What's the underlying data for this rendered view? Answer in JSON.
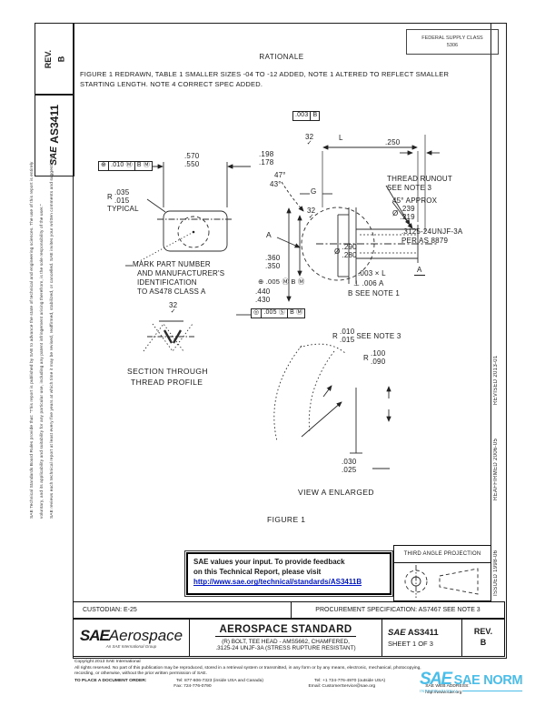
{
  "left_margin": {
    "line1": "SAE Technical Standards Board Rules provide that: “This report is published by SAE to advance the state of technical and engineering sciences. The use of this report is entirely",
    "line2": "voluntary, and its applicability and suitability for any particular use, including any patent infringement arising therefrom, is the sole responsibility of the user.”",
    "line3": "SAE reviews each technical report at least every five years at which time it may be revised, reaffirmed, stabilized, or cancelled. SAE invites your written comments and suggestions."
  },
  "rev_box": {
    "label": "REV.",
    "value": "B"
  },
  "doc_box": {
    "logo": "SAE",
    "number": "AS3411"
  },
  "stamp": {
    "line1": "FEDERAL SUPPLY CLASS",
    "line2": "5306"
  },
  "right_margin": {
    "revised": "REVISED 2013-01",
    "reaffirmed": "REAFFIRMED 2006-05",
    "issued": "ISSUED 1998-06"
  },
  "rationale": {
    "heading": "RATIONALE",
    "line1": "FIGURE 1 REDRAWN, TABLE 1 SMALLER SIZES -04 TO -12 ADDED, NOTE 1 ALTERED TO REFLECT SMALLER",
    "line2": "STARTING LENGTH. NOTE 4 CORRECT SPEC ADDED."
  },
  "figure": {
    "fcf_top": {
      "tol": ".003",
      "datum": "B"
    },
    "surf": "32",
    "check": "✓",
    "dim_L": "L",
    "dim_250": ".250",
    "d198": {
      "top": ".198",
      "bot": ".178"
    },
    "ang47": "47°",
    "ang43": "43°",
    "dim_G": "G",
    "runout1": "THREAD RUNOUT",
    "runout2": "SEE NOTE 3",
    "approx45": "45° APPROX",
    "dia": "Ø",
    "d239": {
      "top": ".239",
      "bot": ".219"
    },
    "thread1": ".3125-24UNJF-3A",
    "thread2": "PER AS 8879",
    "d290": {
      "top": ".290",
      "bot": ".280"
    },
    "runout_fcf": ".003 × L",
    "perp_fcf": "⊥ .006 A",
    "datumA": "A",
    "datumB": "B  SEE NOTE 1",
    "viewA": "A",
    "d360": {
      "top": ".360",
      "bot": ".350"
    },
    "pos_fcf1": "⊕ .005 Ⓜ B Ⓜ",
    "d440": {
      "top": ".440",
      "bot": ".430"
    },
    "pos_fcf2": {
      "sym": "◎",
      "tol": ".005 Ⓢ",
      "datum": "B Ⓜ"
    },
    "mark1": "MARK PART NUMBER",
    "mark2": "AND MANUFACTURER'S",
    "mark3": "IDENTIFICATION",
    "mark4": "TO AS478 CLASS A",
    "r035": {
      "r": "R",
      "top": ".035",
      "bot": ".015",
      "note": "TYPICAL"
    },
    "d570": {
      "top": ".570",
      "bot": ".550"
    },
    "head_fcf": {
      "sym": "⊕",
      "tol": ".010 Ⓜ",
      "datum": "B Ⓜ"
    },
    "section1": "SECTION THROUGH",
    "section2": "THREAD PROFILE",
    "r010": {
      "r": "R",
      "top": ".010",
      "bot": ".015",
      "note": "SEE NOTE 3"
    },
    "r100": {
      "r": "R",
      "top": ".100",
      "bot": ".090"
    },
    "d030": {
      "top": ".030",
      "bot": ".025"
    },
    "view_caption": "VIEW A ENLARGED",
    "caption": "FIGURE 1"
  },
  "feedback": {
    "line1": "SAE values your input. To provide feedback",
    "line2": "on this Technical Report, please visit",
    "link": "http://www.sae.org/technical/standards/AS3411B"
  },
  "projection": {
    "label": "THIRD ANGLE PROJECTION"
  },
  "title_block": {
    "custodian": "CUSTODIAN: E-25",
    "procurement": "PROCUREMENT SPECIFICATION: AS7467 SEE NOTE 3",
    "logo_sae": "SAE",
    "logo_suffix": "Aerospace",
    "logo_tagline": "An SAE International Group",
    "heading": "AEROSPACE STANDARD",
    "subtitle1": "(R) BOLT, TEE HEAD - AMS5662, CHAMFERED,",
    "subtitle2": ".3125-24 UNJF-3A (STRESS RUPTURE RESISTANT)",
    "doc_logo": "SAE",
    "doc_number": "AS3411",
    "sheet": "SHEET 1 OF 3",
    "rev_label": "REV.",
    "rev_value": "B"
  },
  "copyright": {
    "line1": "Copyright 2013 SAE International",
    "line2": "All rights reserved. No part of this publication may be reproduced, stored in a retrieval system or transmitted, in any form or by any means, electronic, mechanical, photocopying,",
    "line3": "recording, or otherwise, without the prior written permission of SAE.",
    "order": "TO PLACE A DOCUMENT ORDER:",
    "tel_us": "Tel: 877-606-7323 (inside USA and Canada)",
    "tel_intl": "Tel: +1 724-776-4970 (outside USA)",
    "fax": "Fax: 724-776-0790",
    "email": "Email: CustomerService@sae.org",
    "web": "SAE WEB ADDRESS: http://www.sae.org"
  },
  "watermark": {
    "logo": "SAE",
    "name": "SAE NORM",
    "sub": "INTERNATIONAL",
    "accent": "#3bb8e8"
  }
}
